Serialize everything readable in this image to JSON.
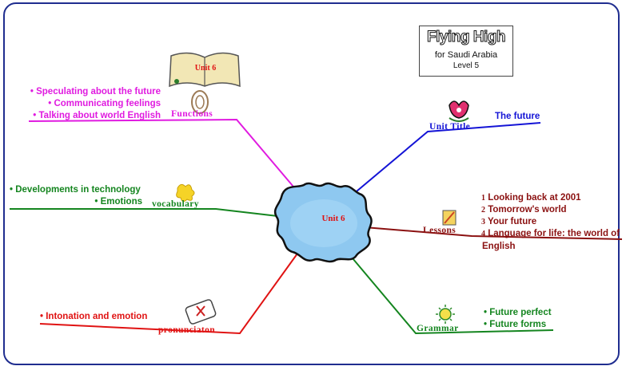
{
  "logo": {
    "main": "Flying High",
    "sub": "for Saudi Arabia",
    "level": "Level 5"
  },
  "hub": {
    "label": "Unit 6"
  },
  "book": {
    "label": "Unit 6"
  },
  "branches": {
    "functions": {
      "label": "Functions",
      "color": "#e01be0",
      "items": [
        "Speculating about the future",
        "Communicating feelings",
        "Talking about world English"
      ]
    },
    "unit_title": {
      "label": "Unit Title",
      "color": "#1414d6",
      "value": "The future"
    },
    "vocabulary": {
      "label": "vocabulary",
      "color": "#14851f",
      "items": [
        "Developments in technology",
        "Emotions"
      ]
    },
    "lessons": {
      "label": "Lessons",
      "color": "#8b1111",
      "items": [
        {
          "num": "1",
          "text": "Looking back at 2001"
        },
        {
          "num": "2",
          "text": "Tomorrow's world"
        },
        {
          "num": "3",
          "text": "Your future"
        },
        {
          "num": "4",
          "text": "Language for life: the world of"
        }
      ],
      "item4_cont": "English"
    },
    "pronunciation": {
      "label": "pronunciaton",
      "color": "#e01313",
      "items": [
        "Intonation and emotion"
      ]
    },
    "grammar": {
      "label": "Grammar",
      "color": "#14851f",
      "items": [
        "Future perfect",
        "Future forms"
      ]
    }
  },
  "bullet": "•",
  "icons": [
    "book-icon",
    "scroll-icon",
    "flower-icon",
    "splat-icon",
    "pencil-icon",
    "diploma-icon",
    "sun-icon",
    "heart-icon"
  ]
}
